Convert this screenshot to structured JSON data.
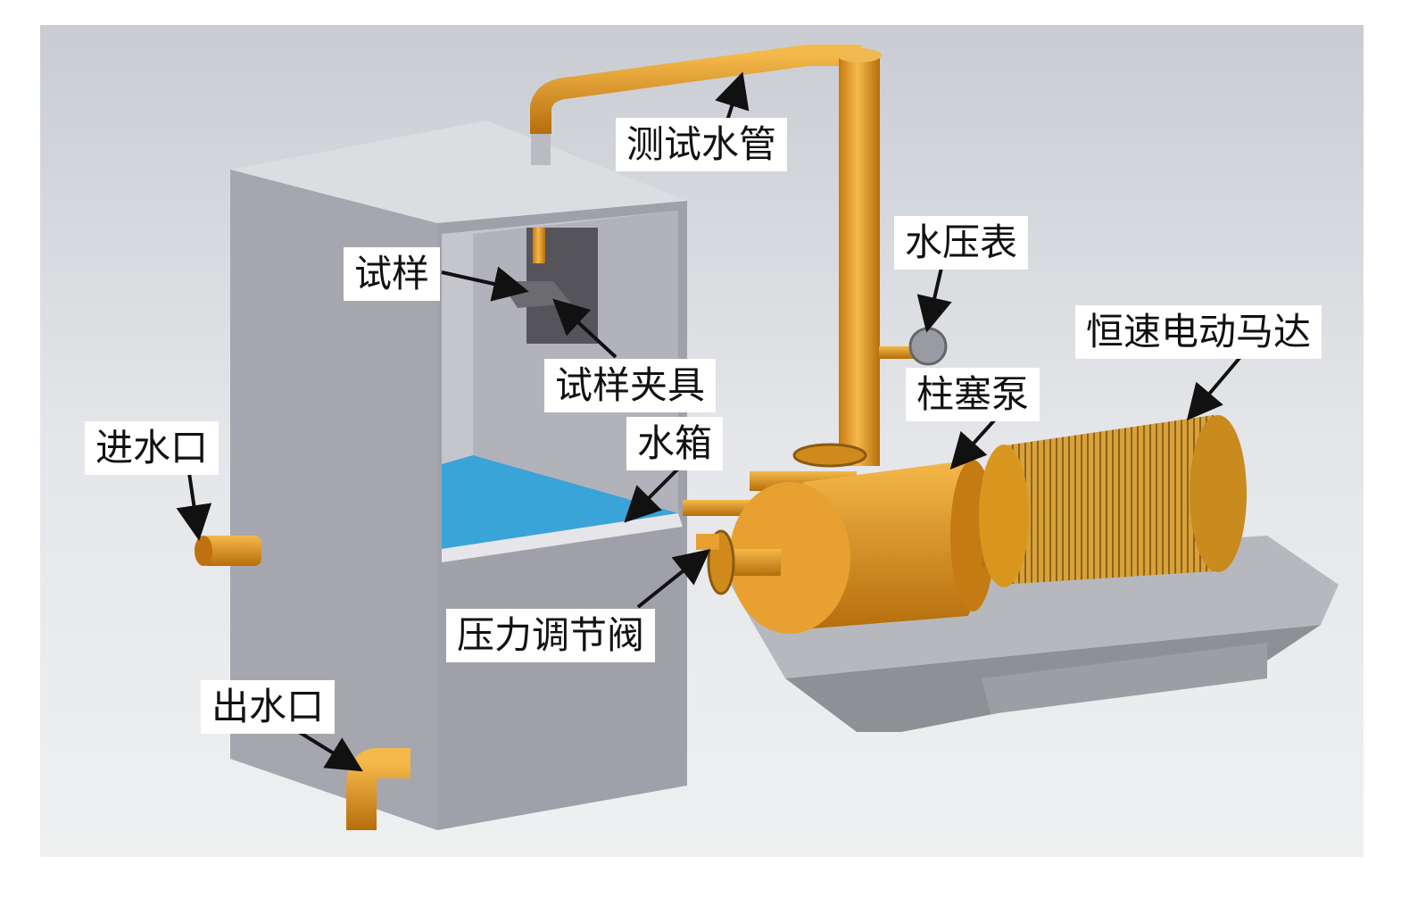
{
  "labels": {
    "test_pipe": "测试水管",
    "pressure_gauge": "水压表",
    "motor": "恒速电动马达",
    "specimen": "试样",
    "specimen_fixture": "试样夹具",
    "plunger_pump": "柱塞泵",
    "water_tank": "水箱",
    "water_inlet": "进水口",
    "pressure_valve": "压力调节阀",
    "water_outlet": "出水口"
  },
  "colors": {
    "pipe": "#e8a030",
    "tank": "#a9a9b0",
    "water": "#3aa3d8",
    "background": "#d8dbe0"
  }
}
